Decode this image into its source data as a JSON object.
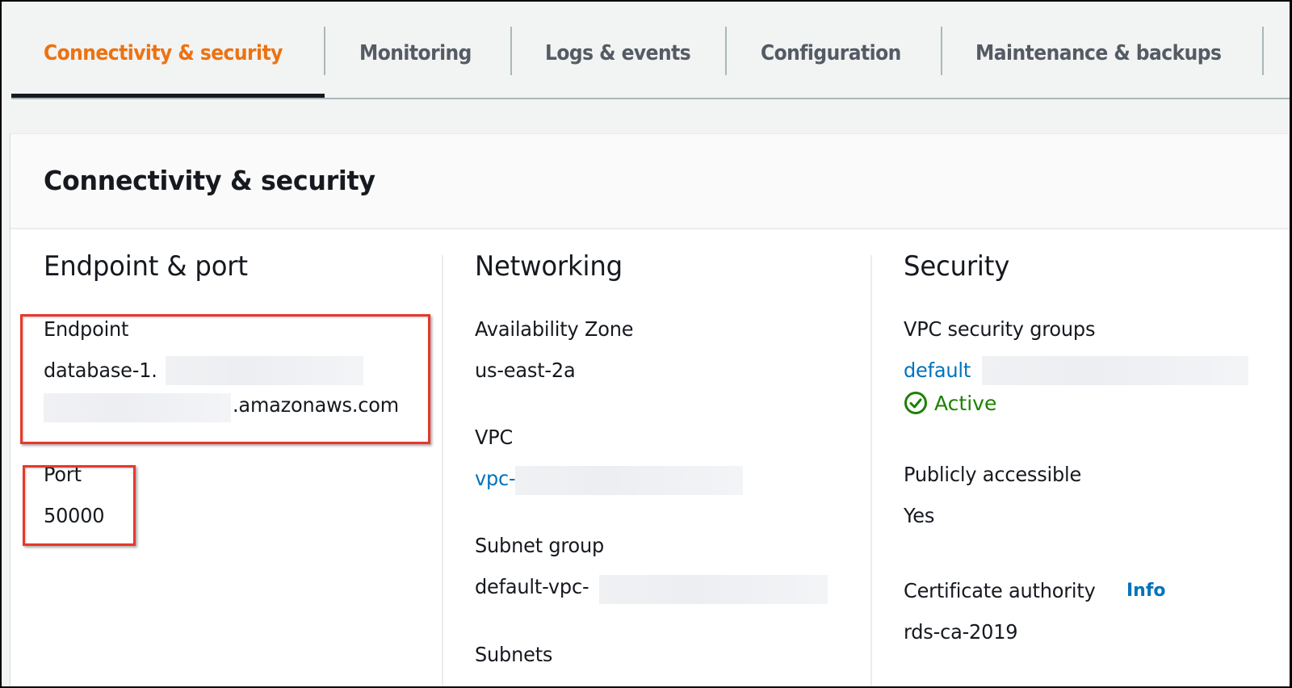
{
  "tabs": [
    {
      "label": "Connectivity & security",
      "active": true
    },
    {
      "label": "Monitoring",
      "active": false
    },
    {
      "label": "Logs & events",
      "active": false
    },
    {
      "label": "Configuration",
      "active": false
    },
    {
      "label": "Maintenance & backups",
      "active": false
    }
  ],
  "card": {
    "title": "Connectivity & security"
  },
  "endpoint_port": {
    "heading": "Endpoint & port",
    "endpoint_label": "Endpoint",
    "endpoint_value_line1": "database-1.",
    "endpoint_value_line2": ".amazonaws.com",
    "port_label": "Port",
    "port_value": "50000"
  },
  "networking": {
    "heading": "Networking",
    "az_label": "Availability Zone",
    "az_value": "us-east-2a",
    "vpc_label": "VPC",
    "vpc_value": "vpc-",
    "subnet_group_label": "Subnet group",
    "subnet_group_value": "default-vpc-",
    "subnets_label": "Subnets"
  },
  "security": {
    "heading": "Security",
    "sg_label": "VPC security groups",
    "sg_value": "default",
    "sg_status": "Active",
    "public_label": "Publicly accessible",
    "public_value": "Yes",
    "ca_label": "Certificate authority",
    "ca_info": "Info",
    "ca_value": "rds-ca-2019"
  },
  "colors": {
    "active_tab": "#ec7211",
    "link": "#0073bb",
    "success": "#1d8102",
    "highlight": "#e8382b"
  }
}
